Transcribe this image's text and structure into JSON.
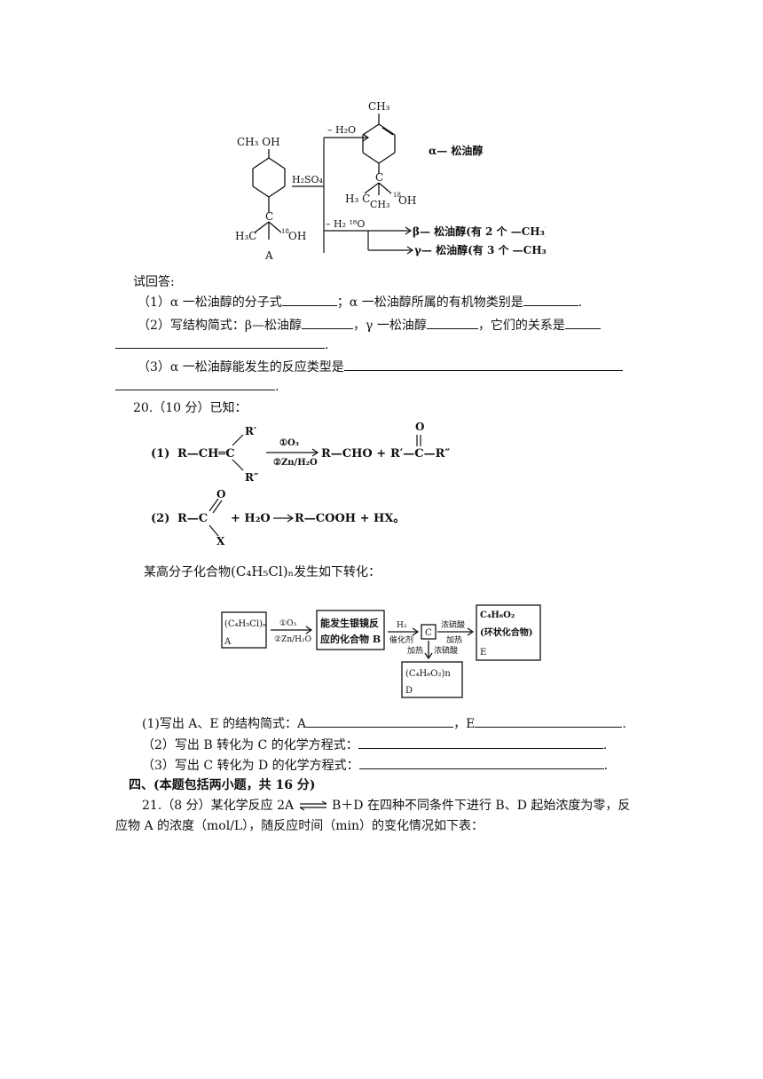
{
  "diagram1": {
    "left_labels": {
      "ch3_oh": "CH₃  OH",
      "h3c": "H₃C",
      "oh18_sup": "18",
      "oh18": "OH",
      "a": "A"
    },
    "h2so4": "H₂SO₄",
    "minus_h2o_top": "– H₂O",
    "ch3_top": "CH₃",
    "alpha_label": "α— 松油醇",
    "h3c_mid": "H₃ C",
    "ch3_mid": "CH₃",
    "oh18_mid_sup": "18",
    "oh_mid": "OH",
    "minus_h2_18o": "– H₂ ¹⁸O",
    "beta_label": "β— 松油醇(有 2 个 —CH₃)",
    "gamma_label": "γ— 松油醇(有 3 个 —CH₃)"
  },
  "q19": {
    "intro": "试回答:",
    "p1a": "（1）α 一松油醇的分子式",
    "p1b": "；α 一松油醇所属的有机物类别是",
    "p2a": "（2）写结构简式：β—松油醇",
    "p2b": "，γ 一松油醇",
    "p2c": "，它们的关系是",
    "p3a": "（3）α 一松油醇能发生的反应类型是",
    "period": "."
  },
  "q20": {
    "title": "20.（10 分）已知：",
    "r1": {
      "num": "(1)",
      "lhs": "R—CH═C",
      "r_prime": "R′",
      "r_dprime": "R″",
      "cond1": "①O₃",
      "cond2": "②Zn/H₂O",
      "prod1": "R—CHO +",
      "o": "O",
      "prod2": "R′—C—R″"
    },
    "r2": {
      "num": "(2)",
      "lhs": "R—C",
      "o": "O",
      "x": "X",
      "plus_water": "+ H₂O",
      "prod": "R—COOH + HX。"
    },
    "polymer_pre": "某高分子化合物",
    "polymer_formula": "(C₄H₅Cl)ₙ",
    "polymer_post": "发生如下转化：",
    "flow": {
      "a_formula": "(C₄H₅Cl)ₙ",
      "a_label": "A",
      "step1a": "①O₃",
      "step1b": "②Zn/H₂O",
      "b_line1": "能发生银镜反",
      "b_line2": "应的化合物 B",
      "h2": "H₂",
      "cat": "催化剂",
      "c_label": "C",
      "conc_top": "浓硫酸",
      "heat_top": "加热",
      "e_formula": "C₄H₆O₂",
      "e_desc": "(环状化合物)",
      "e_label": "E",
      "heat_down": "加热",
      "conc_down": "浓硫酸",
      "d_formula": "(C₄H₆O₂)n",
      "d_label": "D"
    },
    "q1a": "(1)写出 A、E 的结构简式：A",
    "q1b": "，E",
    "q2": "（2）写出 B 转化为 C 的化学方程式：",
    "q3": "（3）写出 C 转化为 D 的化学方程式：",
    "period": "."
  },
  "section4": {
    "title": "四、(本题包括两小题，共 16 分)"
  },
  "q21": {
    "line1_pre": "21.（8 分）某化学反应 2A",
    "line1_post": "B＋D 在四种不同条件下进行 B、D 起始浓度为零，反",
    "line2": "应物 A 的浓度（mol/L），随反应时间（min）的变化情况如下表："
  }
}
